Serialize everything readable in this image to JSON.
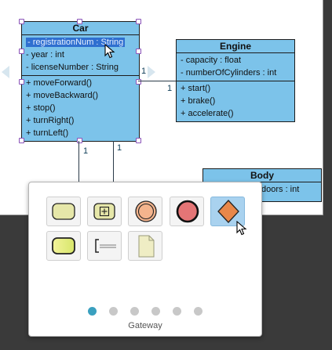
{
  "classes": {
    "car": {
      "name": "Car",
      "attributes": [
        "- registrationNum : String",
        "- year : int",
        "- licenseNumber : String"
      ],
      "operations": [
        "+ moveForward()",
        "+ moveBackward()",
        "+ stop()",
        "+ turnRight()",
        "+ turnLeft()"
      ]
    },
    "engine": {
      "name": "Engine",
      "attributes": [
        "- capacity : float",
        "- numberOfCylinders : int"
      ],
      "operations": [
        "+ start()",
        "+ brake()",
        "+ accelerate()"
      ]
    },
    "body": {
      "name": "Body",
      "attributes": [
        "doors : int"
      ]
    }
  },
  "multiplicities": {
    "car_engine_left": "1",
    "car_engine_right": "1",
    "car_bottom_left": "1",
    "car_bottom_right": "1"
  },
  "palette": {
    "caption": "Gateway",
    "items": [
      "task",
      "subprocess",
      "intermediate-event",
      "end-event",
      "gateway",
      "data-object-task",
      "annotation",
      "data-object"
    ],
    "page_count": 6,
    "active_page": 0
  },
  "colors": {
    "class_fill": "#7cc3ea",
    "selection": "#2f6fd0",
    "gateway": "#e8874a",
    "end_event": "#e47576"
  }
}
